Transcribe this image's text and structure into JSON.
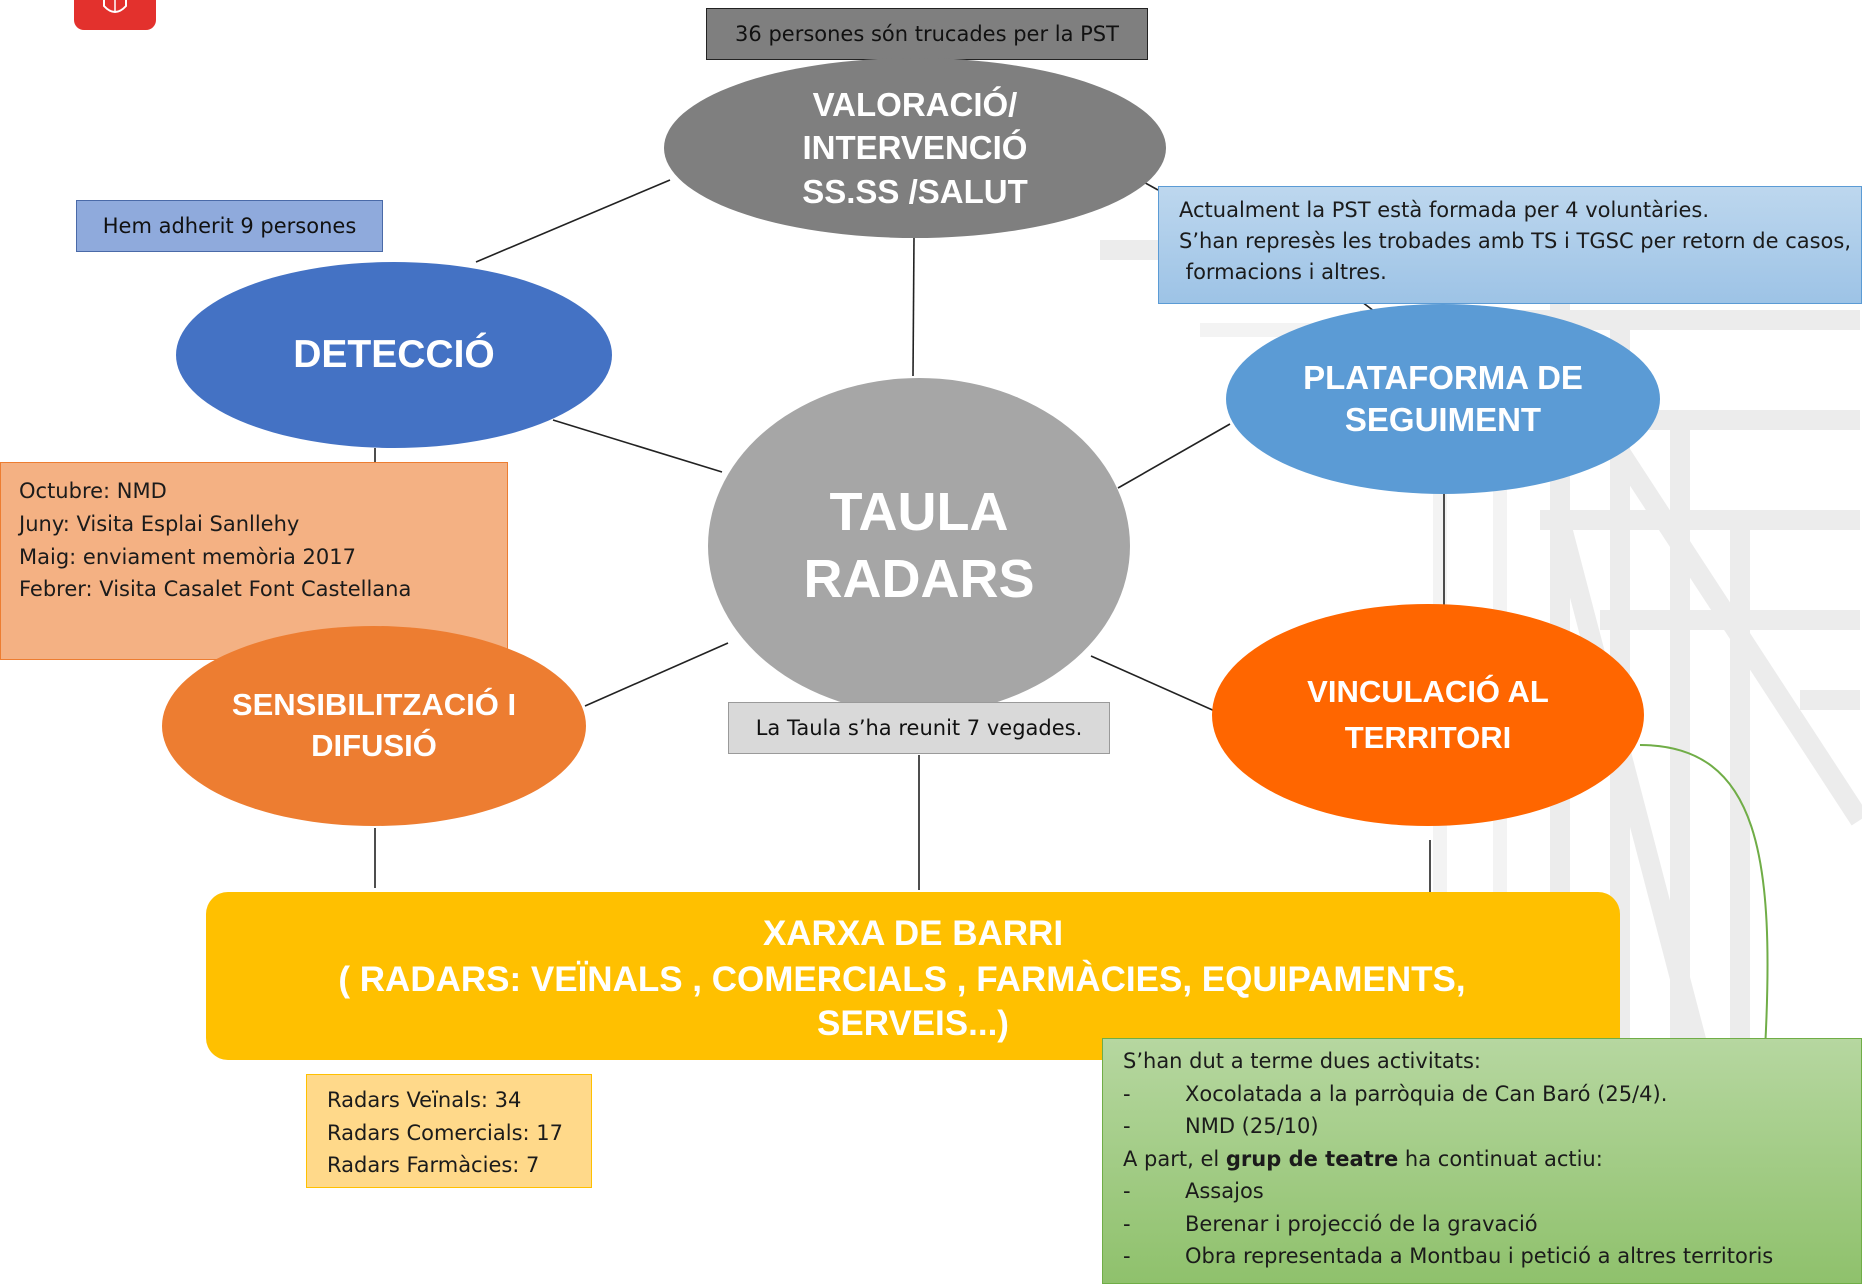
{
  "header": {
    "top_banner": "36 persones són trucades per la PST"
  },
  "nodes": {
    "center": [
      "TAULA",
      "RADARS"
    ],
    "valoracio": [
      "VALORACIÓ/",
      "INTERVENCIÓ",
      "SS.SS /SALUT"
    ],
    "deteccio": [
      "DETECCIÓ"
    ],
    "plataforma": [
      "PLATAFORMA DE",
      "SEGUIMENT"
    ],
    "sensibilitzacio": [
      "SENSIBILITZACIÓ I",
      "DIFUSIÓ"
    ],
    "vinculacio": [
      "VINCULACIÓ AL",
      "TERRITORI"
    ],
    "xarxa": {
      "title": "XARXA DE BARRI",
      "subtitle_line1": "( RADARS: VEÏNALS , COMERCIALS , FARMÀCIES, EQUIPAMENTS,",
      "subtitle_line2": "SERVEIS...)"
    }
  },
  "notes": {
    "adherit": "Hem adherit 9 persones",
    "pst": [
      "Actualment la PST està formada per 4 voluntàries.",
      "S’han represès les trobades amb TS i TGSC per retorn de casos,",
      " formacions i altres."
    ],
    "activitats_difusio": [
      "Octubre: NMD",
      "Juny: Visita Esplai Sanllehy",
      "Maig: enviament memòria 2017",
      "Febrer: Visita Casalet Font Castellana"
    ],
    "taula_reunions": "La Taula s’ha reunit 7 vegades.",
    "radars_counts": [
      "Radars Veïnals: 34",
      "Radars Comercials: 17",
      "Radars Farmàcies: 7"
    ],
    "territori": {
      "intro": "S’han dut a terme dues activitats:",
      "activities": [
        "Xocolatada a la parròquia de Can Baró (25/4).",
        "NMD (25/10)"
      ],
      "teatre_prefix": "A part, el ",
      "teatre_bold": "grup de teatre",
      "teatre_suffix": " ha continuat actiu:",
      "teatre_items": [
        "Assajos",
        "Berenar i projecció de la gravació",
        "Obra representada a Montbau i petició a altres territoris"
      ]
    }
  },
  "colors": {
    "center": "#a6a6a6",
    "valoracio": "#7f7f7f",
    "deteccio": "#4472c4",
    "plataforma": "#5b9bd5",
    "sensibilitzacio": "#ed7d31",
    "vinculacio": "#ff6600",
    "xarxa": "#ffc000",
    "logo": "#e3312d"
  }
}
